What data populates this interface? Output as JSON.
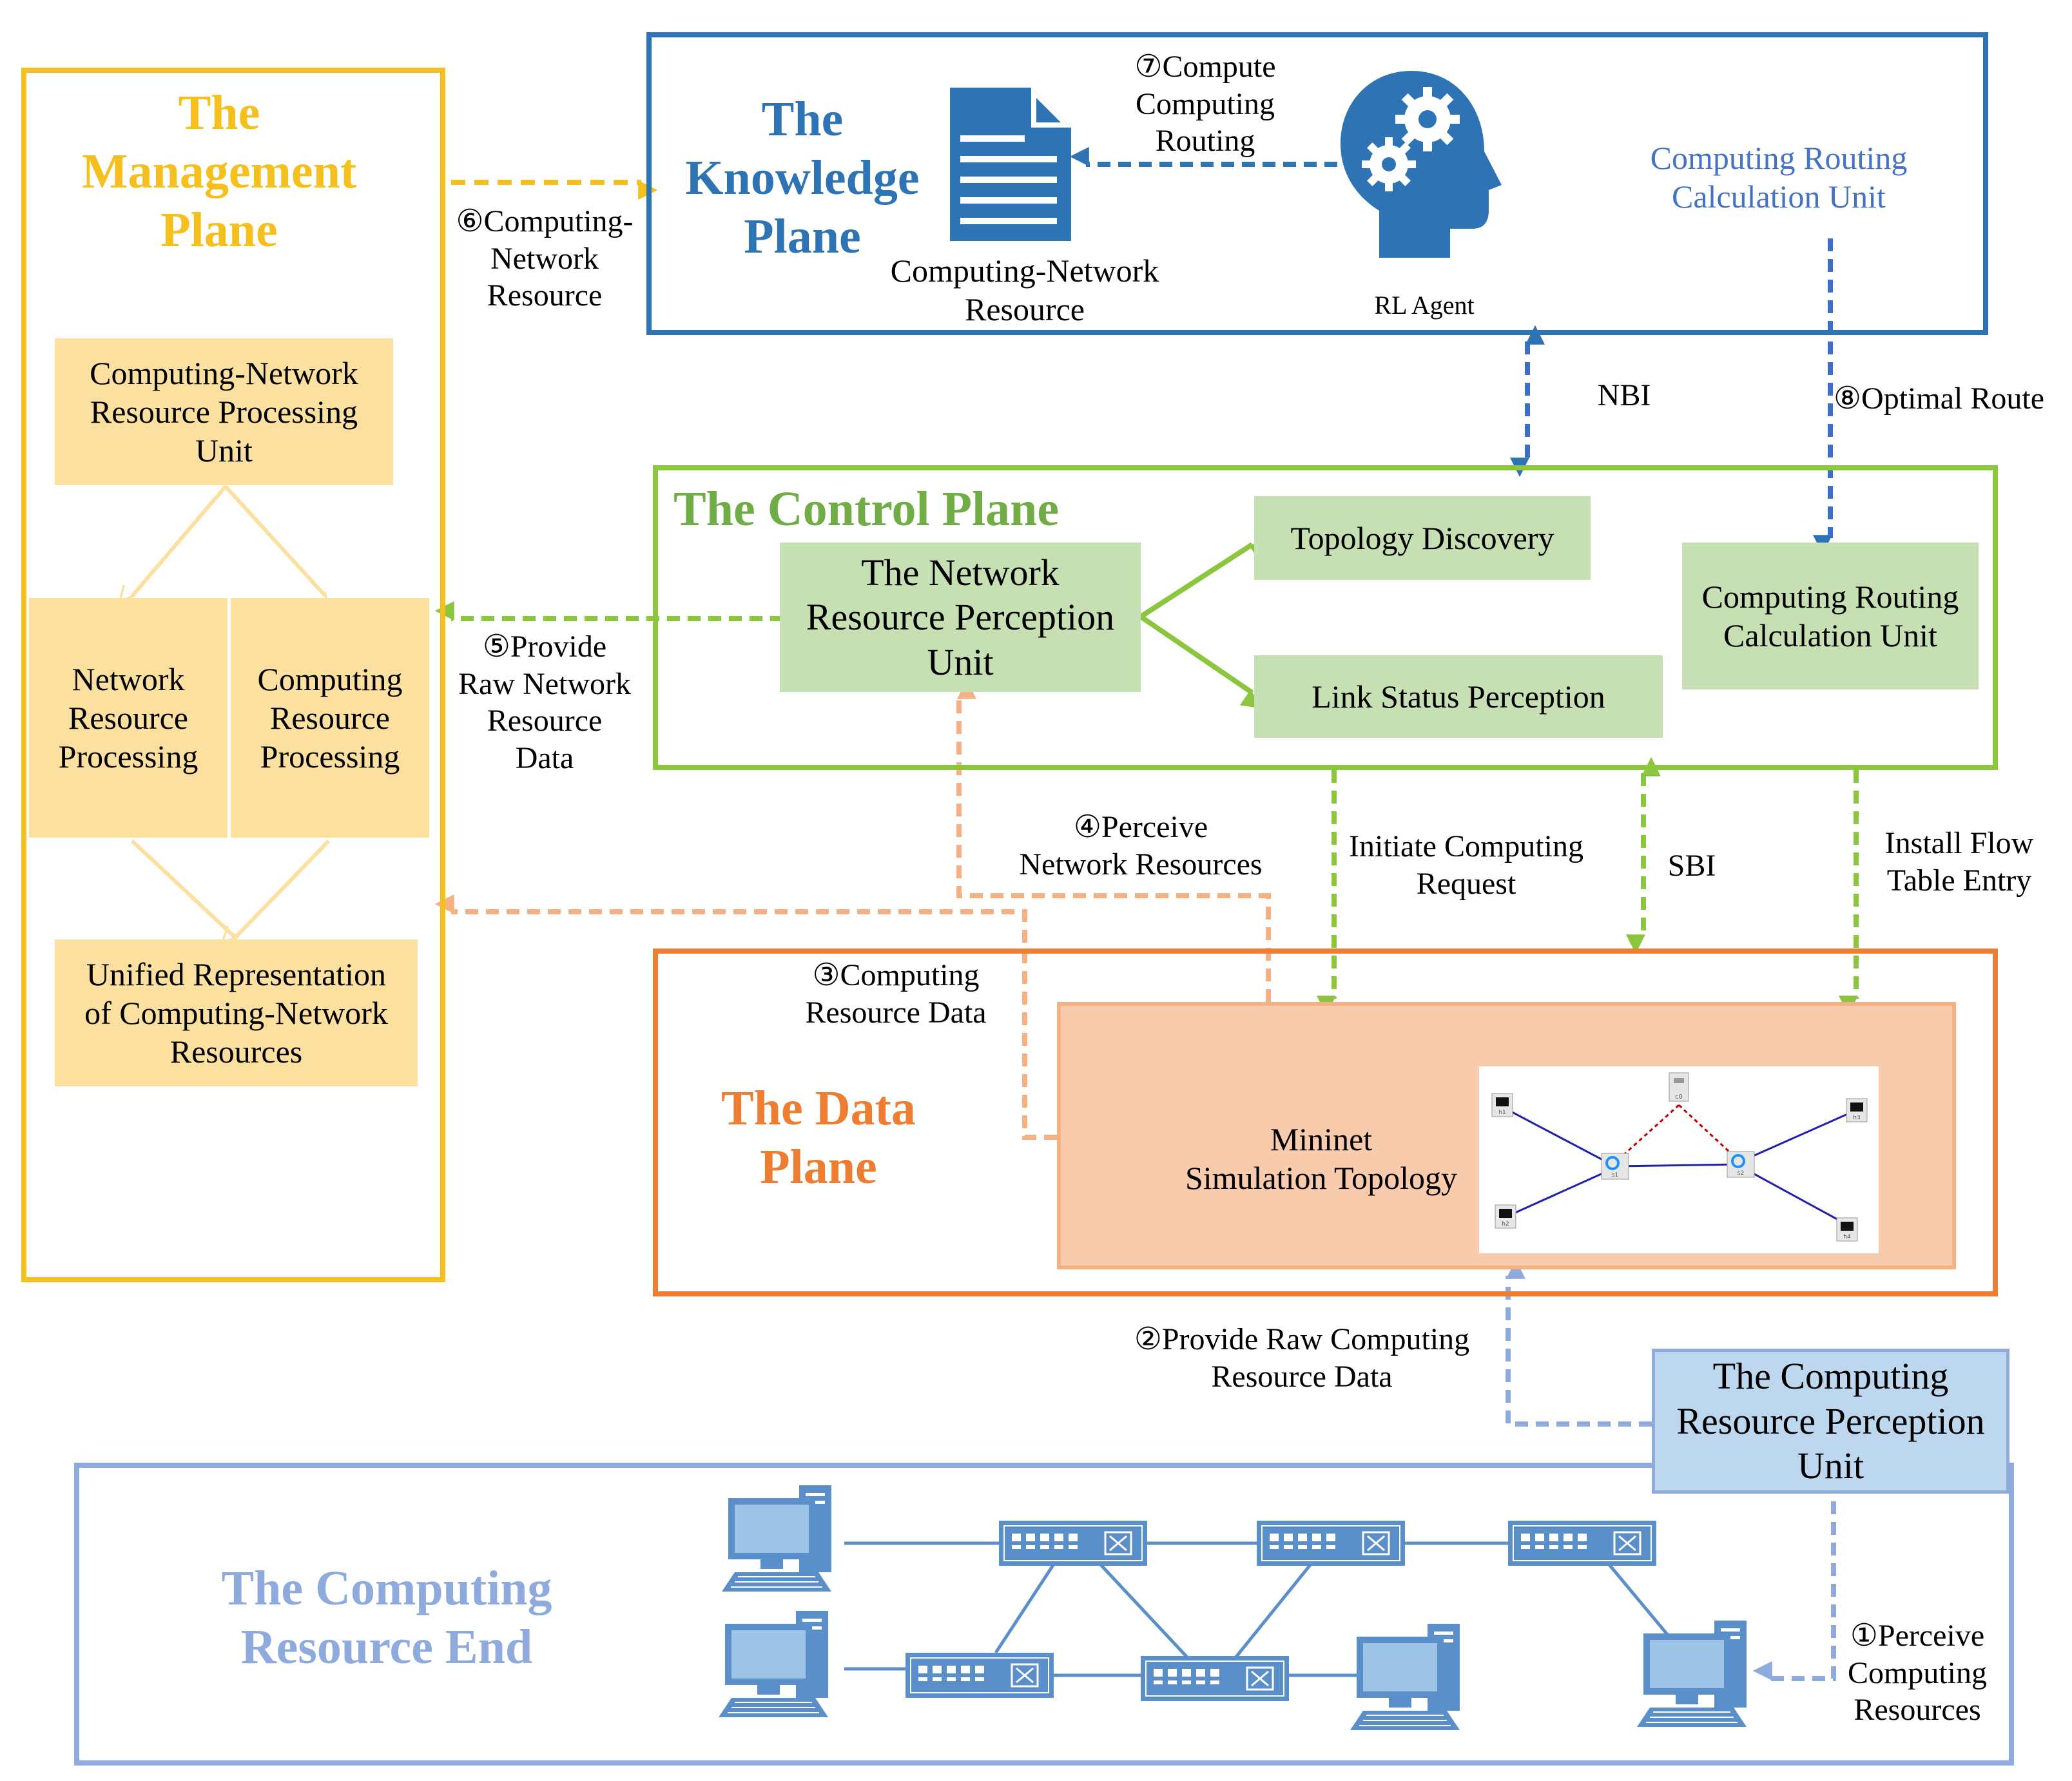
{
  "colors": {
    "management": "#F5C01D",
    "management_fill": "#FBE0A0",
    "knowledge": "#2E74B5",
    "control": "#8CC63F",
    "control_fill": "#C6E0B4",
    "data_plane": "#ED7D31",
    "data_fill": "#F8CBAD",
    "resource_end": "#8FAADC",
    "resource_fill": "#BDD7EE",
    "device": "#5B8FC9",
    "link_blue": "#1F1FA8",
    "link_red": "#C00000"
  },
  "management_plane": {
    "title": "The\nManagement\nPlane",
    "processing_unit": "Computing-Network\nResource Processing\nUnit",
    "network_processing": "Network\nResource\nProcessing",
    "computing_processing": "Computing\nResource\nProcessing",
    "unified": "Unified Representation\nof Computing-Network\nResources"
  },
  "knowledge_plane": {
    "title": "The\nKnowledge\nPlane",
    "doc_caption": "Computing-Network\nResource",
    "agent_caption": "RL Agent",
    "routing_unit": "Computing Routing\nCalculation Unit",
    "doc_icon": "document-icon",
    "agent_icon": "brain-gears-icon"
  },
  "control_plane": {
    "title": "The Control Plane",
    "perception_unit": "The Network\nResource Perception\nUnit",
    "topology": "Topology Discovery",
    "link_status": "Link Status Perception",
    "routing_unit": "Computing Routing\nCalculation Unit"
  },
  "data_plane": {
    "title": "The Data\nPlane",
    "mininet": "Mininet\nSimulation Topology",
    "hosts": [
      "h1",
      "h2",
      "h3",
      "h4"
    ],
    "switches": [
      "s1",
      "s2"
    ],
    "controller": "c0"
  },
  "resource_end": {
    "title": "The Computing\nResource End",
    "perception_unit": "The Computing\nResource Perception\nUnit",
    "computer_icon": "computer-icon",
    "switch_icon": "network-switch-icon"
  },
  "labels": {
    "step6": "⑥Computing-\nNetwork\nResource",
    "step7": "⑦Compute\nComputing\nRouting",
    "nbi": "NBI",
    "step8": "⑧Optimal Route",
    "step5": "⑤Provide\nRaw Network\nResource\nData",
    "step4": "④Perceive\nNetwork Resources",
    "initiate": "Initiate Computing\nRequest",
    "sbi": "SBI",
    "install": "Install Flow\nTable Entry",
    "step3": "③Computing\nResource Data",
    "step2": "②Provide Raw Computing\nResource Data",
    "step1": "①Perceive\nComputing\nResources"
  }
}
